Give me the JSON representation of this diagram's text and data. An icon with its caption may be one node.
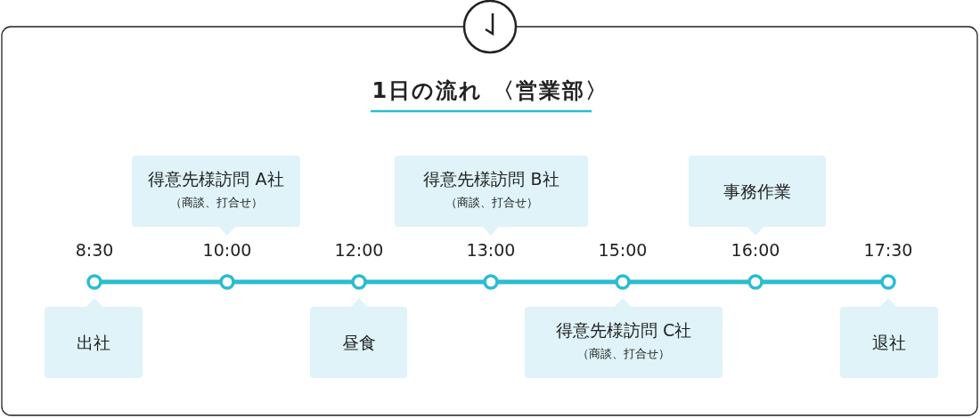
{
  "diagram": {
    "title": "1日の流れ 〈営業部〉",
    "nodes": [
      {
        "text": [
          "得意先様訪問 A社",
          "（商談、打合せ）"
        ]
      },
      {
        "text": [
          "得意先様訪問 B社",
          "（商談、打合せ）"
        ]
      },
      {
        "text": [
          "事務作業"
        ]
      },
      {
        "text": [
          "出社"
        ]
      },
      {
        "text": [
          "昼食"
        ]
      },
      {
        "text": [
          "得意先様訪問 C社",
          "（商談、打合せ）"
        ]
      },
      {
        "text": [
          "退社"
        ]
      }
    ],
    "labels": [
      "8:30",
      "10:00",
      "12:00",
      "13:00",
      "15:00",
      "16:00",
      "17:30"
    ]
  }
}
